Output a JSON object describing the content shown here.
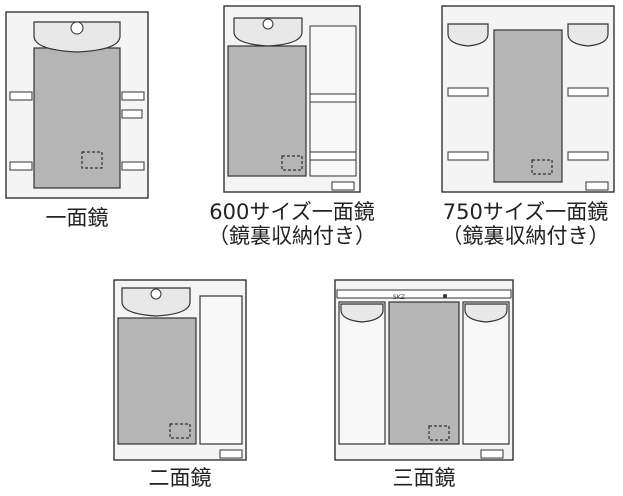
{
  "cabinets": [
    {
      "caption_lines": [
        "一面鏡"
      ]
    },
    {
      "caption_lines": [
        "600サイズ一面鏡",
        "（鏡裏収納付き）"
      ]
    },
    {
      "caption_lines": [
        "750サイズ一面鏡",
        "（鏡裏収納付き）"
      ]
    },
    {
      "caption_lines": [
        "二面鏡"
      ]
    },
    {
      "caption_lines": [
        "三面鏡"
      ]
    }
  ],
  "product_label": "SKZ",
  "colors": {
    "outline": "#333333",
    "mirror": "#b5b5b5",
    "frame": "#f4f4f4",
    "bowl": "#e8e8e8"
  }
}
